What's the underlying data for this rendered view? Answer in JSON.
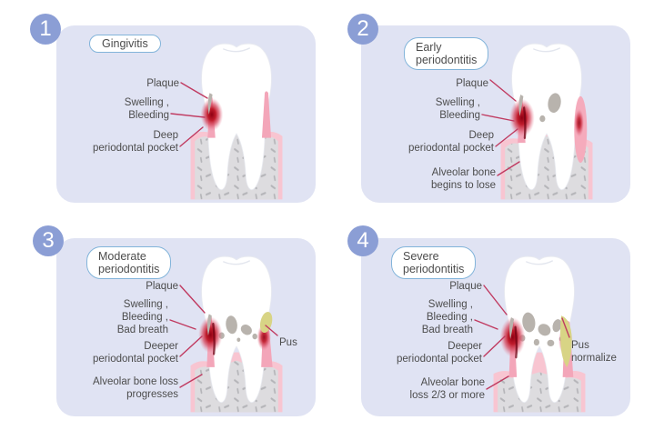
{
  "colors": {
    "panel_background": "#e0e3f3",
    "number_circle": "#8b9ed5",
    "bubble_border": "#82b4da",
    "text": "#4c4c4c",
    "leader_line": "#c03a60",
    "gum_pink": "#f8c5d1",
    "gum_deep_pink": "#f3a6b9",
    "bone_gray": "#dddcdf",
    "inflammation_red": "#b70016",
    "plaque_gray": "#b8b3ad",
    "pus_yellow": "#d8d485"
  },
  "panels": [
    {
      "number": "1",
      "title": [
        "Gingivitis"
      ],
      "labels": {
        "plaque": "Plaque",
        "swelling": [
          "Swelling ,",
          "Bleeding"
        ],
        "pocket": [
          "Deep",
          "periodontal pocket"
        ]
      }
    },
    {
      "number": "2",
      "title": [
        "Early",
        "periodontitis"
      ],
      "labels": {
        "plaque": "Plaque",
        "swelling": [
          "Swelling ,",
          "Bleeding"
        ],
        "pocket": [
          "Deep",
          "periodontal pocket"
        ],
        "alveolar": [
          "Alveolar bone",
          "begins to lose"
        ]
      }
    },
    {
      "number": "3",
      "title": [
        "Moderate",
        "periodontitis"
      ],
      "labels": {
        "plaque": "Plaque",
        "swelling": [
          "Swelling ,",
          "Bleeding ,",
          "Bad breath"
        ],
        "pocket": [
          "Deeper",
          "periodontal pocket"
        ],
        "alveolar": [
          "Alveolar bone loss",
          "progresses"
        ],
        "pus": [
          "Pus"
        ]
      }
    },
    {
      "number": "4",
      "title": [
        "Severe",
        "periodontitis"
      ],
      "labels": {
        "plaque": "Plaque",
        "swelling": [
          "Swelling ,",
          "Bleeding ,",
          "Bad breath"
        ],
        "pocket": [
          "Deeper",
          "periodontal pocket"
        ],
        "alveolar": [
          "Alveolar bone",
          "loss 2/3 or more"
        ],
        "pus": [
          "Pus",
          "normalize"
        ]
      }
    }
  ]
}
